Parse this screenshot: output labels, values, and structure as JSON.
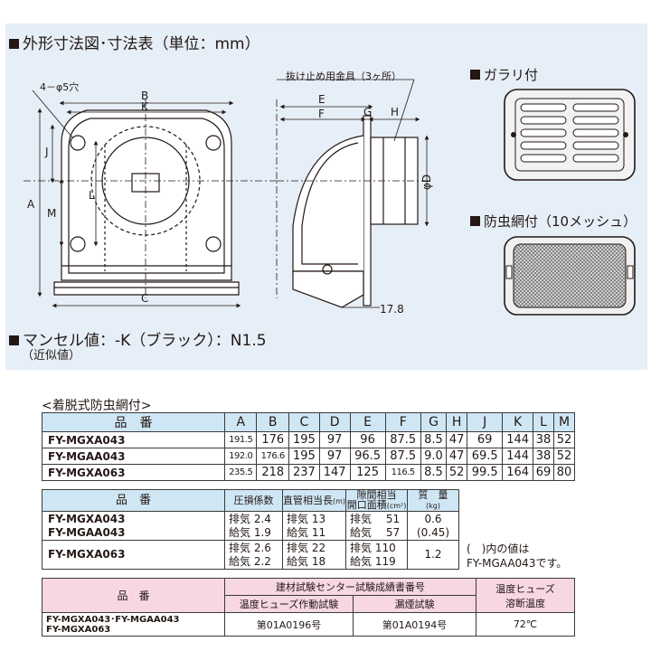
{
  "drawing": {
    "heading": "外形寸法図･寸法表（単位：mm）",
    "hole_label": "4－φ5穴",
    "fitting_label": "抜け止め用金具（3ヶ所）",
    "dims": {
      "B": "B",
      "K": "K",
      "A": "A",
      "J": "J",
      "L": "L",
      "M": "M",
      "C": "C",
      "E": "E",
      "F": "F",
      "G": "G",
      "H": "H",
      "D": "φD",
      "depth_value": "17.8"
    },
    "garari_heading": "ガラリ付",
    "mesh_heading": "防虫網付（10メッシュ）",
    "munsell": "マンセル値：-K（ブラック）：N1.5",
    "munsell_note": "（近似値）"
  },
  "table1": {
    "caption": "<着脱式防虫網付>",
    "model_header": "品　番",
    "columns": [
      "A",
      "B",
      "C",
      "D",
      "E",
      "F",
      "G",
      "H",
      "J",
      "K",
      "L",
      "M"
    ],
    "rows": [
      {
        "model": "FY-MGXA043",
        "values": [
          "191.5",
          "176",
          "195",
          "97",
          "96",
          "87.5",
          "8.5",
          "47",
          "69",
          "144",
          "38",
          "52"
        ]
      },
      {
        "model": "FY-MGAA043",
        "values": [
          "192.0",
          "176.6",
          "195",
          "97",
          "96.5",
          "87.5",
          "9.0",
          "47",
          "69.5",
          "144",
          "38",
          "52"
        ]
      },
      {
        "model": "FY-MGXA063",
        "values": [
          "235.5",
          "218",
          "237",
          "147",
          "125",
          "116.5",
          "8.5",
          "52",
          "99.5",
          "164",
          "69",
          "80"
        ]
      }
    ]
  },
  "table2": {
    "model_header": "品　番",
    "col_pressure": "圧損係数",
    "col_pipe": "直管相当長",
    "col_pipe_unit": "(m)",
    "col_open": "隙間相当",
    "col_open2": "開口面積",
    "col_open_unit": "(cm²)",
    "col_mass": "質　量",
    "col_mass_unit": "(kg)",
    "rows": [
      {
        "model1": "FY-MGXA043",
        "model2": "FY-MGAA043",
        "pressure1": "排気  2.4",
        "pressure2": "給気  1.9",
        "pipe1": "排気  13",
        "pipe2": "給気  11",
        "open1": "排気　 51",
        "open2": "給気　 57",
        "mass1": "0.6",
        "mass2": "(0.45)"
      },
      {
        "model1": "FY-MGXA063",
        "pressure1": "排気  2.6",
        "pressure2": "給気  2.2",
        "pipe1": "排気  22",
        "pipe2": "給気  18",
        "open1": "排気 110",
        "open2": "給気 119",
        "mass1": "1.2"
      }
    ],
    "note1": "(　)内の値は",
    "note2": "FY-MGAA043です。"
  },
  "table3": {
    "model_header": "品　番",
    "cert_header": "建材試験センター試験成績書番号",
    "fuse_test": "温度ヒューズ作動試験",
    "smoke_test": "漏煙試験",
    "fuse_temp1": "温度ヒューズ",
    "fuse_temp2": "溶断温度",
    "row_model1": "FY-MGXA043･FY-MGAA043",
    "row_model2": "FY-MGXA063",
    "fuse_no": "第01A0196号",
    "smoke_no": "第01A0194号",
    "temp": "72℃"
  }
}
